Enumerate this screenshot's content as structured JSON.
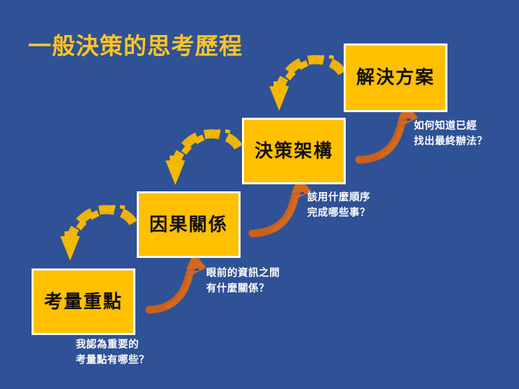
{
  "slide": {
    "title": "一般決策的思考歷程",
    "background_color": "#2f5297",
    "title_color": "#ffc425",
    "box_fill_color": "#ffc000",
    "box_border_color": "#ffffff",
    "box_text_color": "#101010",
    "forward_arrow_color": "#d2691e",
    "reverse_arrow_color": "#f5b800",
    "caption_color": "#ffffff"
  },
  "steps": [
    {
      "label": "考量重點"
    },
    {
      "label": "因果關係"
    },
    {
      "label": "決策架構"
    },
    {
      "label": "解決方案"
    }
  ],
  "captions": [
    {
      "text": "我認為重要的\n考量點有哪些？"
    },
    {
      "text": "眼前的資訊之間\n有什麼關係？"
    },
    {
      "text": "該用什麼順序\n完成哪些事？"
    },
    {
      "text": "如何知道已經\n找出最終辦法？"
    }
  ],
  "arrows": {
    "forward": [
      {
        "name": "arrow-step0-to-step1"
      },
      {
        "name": "arrow-step1-to-step2"
      },
      {
        "name": "arrow-step2-to-step3"
      }
    ],
    "reverse": [
      {
        "name": "dashed-arrow-step1-to-step0"
      },
      {
        "name": "dashed-arrow-step2-to-step1"
      },
      {
        "name": "dashed-arrow-step3-to-step2"
      }
    ]
  }
}
